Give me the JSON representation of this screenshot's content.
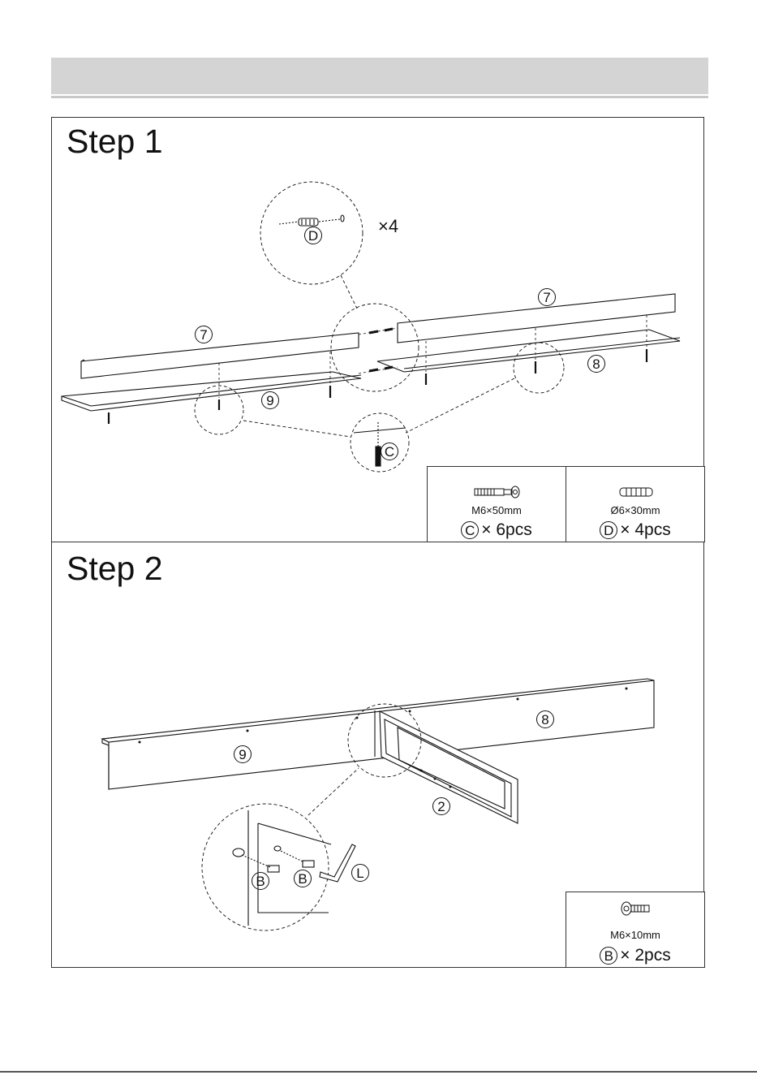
{
  "step1": {
    "title": "Step 1",
    "labels": {
      "board_left": "7",
      "board_right": "7",
      "shelf_left": "9",
      "shelf_right": "8",
      "dowel": "D",
      "screw": "C",
      "dowel_count": "×4"
    },
    "parts": [
      {
        "letter": "C",
        "spec": "M6×50mm",
        "qty": "× 6pcs",
        "icon": "long-screw-icon"
      },
      {
        "letter": "D",
        "spec": "Ø6×30mm",
        "qty": "× 4pcs",
        "icon": "dowel-icon"
      }
    ]
  },
  "step2": {
    "title": "Step 2",
    "labels": {
      "panel_left": "9",
      "panel_right": "8",
      "frame": "2",
      "bolt1": "B",
      "bolt2": "B",
      "wrench": "L"
    },
    "parts": [
      {
        "letter": "B",
        "spec": "M6×10mm",
        "qty": "× 2pcs",
        "icon": "short-bolt-icon"
      }
    ]
  },
  "colors": {
    "header": "#d4d4d4",
    "line": "#111111"
  }
}
